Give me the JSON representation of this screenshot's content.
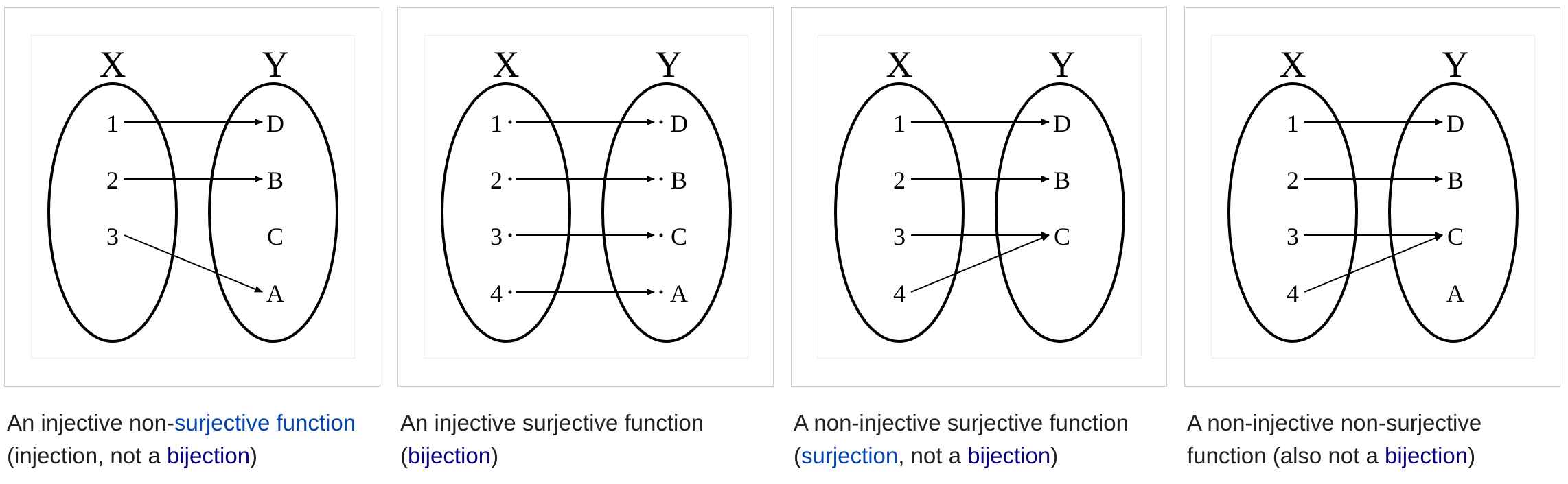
{
  "link_colors": {
    "blue": "#0645ad",
    "visited": "#0b0080"
  },
  "panels": [
    {
      "set_x_label": "X",
      "set_y_label": "Y",
      "x_elements": [
        "1",
        "2",
        "3"
      ],
      "y_elements": [
        "D",
        "B",
        "C",
        "A"
      ],
      "dotted_points": false,
      "mapping": [
        [
          "1",
          "D"
        ],
        [
          "2",
          "B"
        ],
        [
          "3",
          "A"
        ]
      ],
      "caption": {
        "t1": "An injective non-",
        "l1": "surjective function",
        "t2": " (injection, not a ",
        "l2": "bijection",
        "t3": ")"
      }
    },
    {
      "set_x_label": "X",
      "set_y_label": "Y",
      "x_elements": [
        "1",
        "2",
        "3",
        "4"
      ],
      "y_elements": [
        "D",
        "B",
        "C",
        "A"
      ],
      "dotted_points": true,
      "mapping": [
        [
          "1",
          "D"
        ],
        [
          "2",
          "B"
        ],
        [
          "3",
          "C"
        ],
        [
          "4",
          "A"
        ]
      ],
      "caption": {
        "t1": "An injective surjective function (",
        "l1": "bijection",
        "t2": ")"
      }
    },
    {
      "set_x_label": "X",
      "set_y_label": "Y",
      "x_elements": [
        "1",
        "2",
        "3",
        "4"
      ],
      "y_elements": [
        "D",
        "B",
        "C"
      ],
      "dotted_points": false,
      "mapping": [
        [
          "1",
          "D"
        ],
        [
          "2",
          "B"
        ],
        [
          "3",
          "C"
        ],
        [
          "4",
          "C"
        ]
      ],
      "caption": {
        "t1": "A non-injective surjective function (",
        "l1": "surjection",
        "t2": ", not a ",
        "l2": "bijection",
        "t3": ")"
      }
    },
    {
      "set_x_label": "X",
      "set_y_label": "Y",
      "x_elements": [
        "1",
        "2",
        "3",
        "4"
      ],
      "y_elements": [
        "D",
        "B",
        "C",
        "A"
      ],
      "dotted_points": false,
      "mapping": [
        [
          "1",
          "D"
        ],
        [
          "2",
          "B"
        ],
        [
          "3",
          "C"
        ],
        [
          "4",
          "C"
        ]
      ],
      "caption": {
        "t1": "A non-injective non-surjective function (also not a ",
        "l1": "bijection",
        "t2": ")"
      }
    }
  ]
}
